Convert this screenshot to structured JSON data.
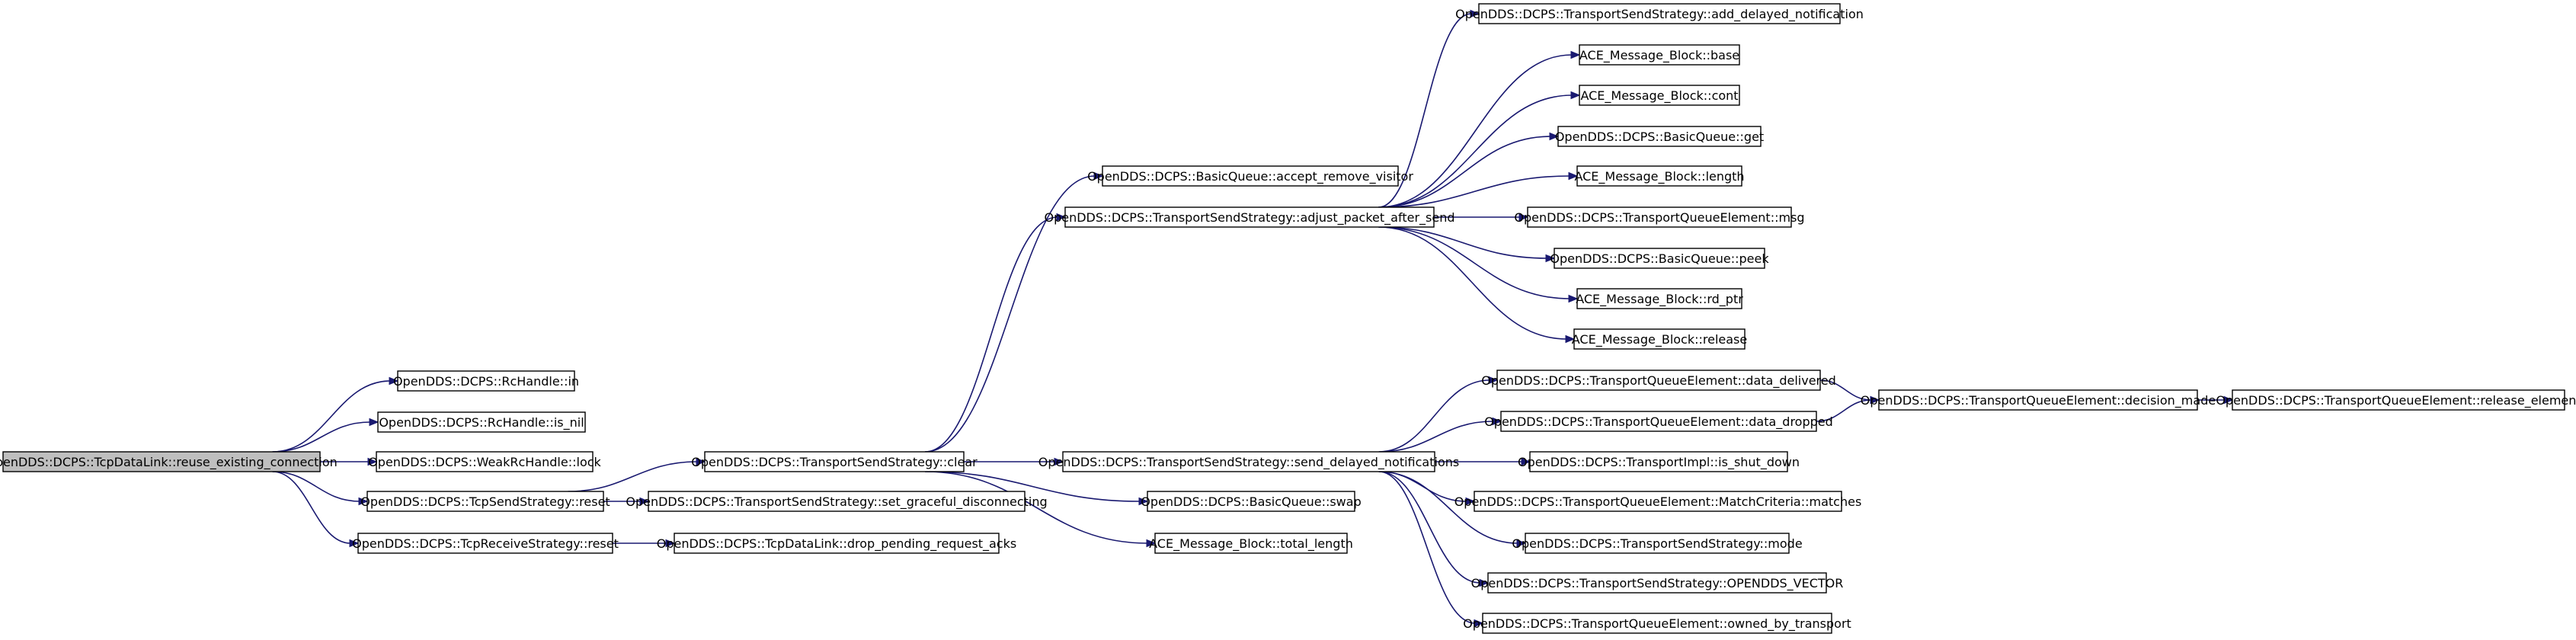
{
  "diagram": {
    "nodes": [
      {
        "id": "reuse",
        "label": "OpenDDS::DCPS::TcpDataLink::reuse_existing_connection",
        "highlighted": true
      },
      {
        "id": "rc_in",
        "label": "OpenDDS::DCPS::RcHandle::in"
      },
      {
        "id": "rc_is_nil",
        "label": "OpenDDS::DCPS::RcHandle::is_nil"
      },
      {
        "id": "weak_lock",
        "label": "OpenDDS::DCPS::WeakRcHandle::lock"
      },
      {
        "id": "tcp_send_reset",
        "label": "OpenDDS::DCPS::TcpSendStrategy::reset"
      },
      {
        "id": "tcp_recv_reset",
        "label": "OpenDDS::DCPS::TcpReceiveStrategy::reset"
      },
      {
        "id": "tss_clear",
        "label": "OpenDDS::DCPS::TransportSendStrategy::clear"
      },
      {
        "id": "set_graceful",
        "label": "OpenDDS::DCPS::TransportSendStrategy::set_graceful_disconnecting"
      },
      {
        "id": "drop_pending",
        "label": "OpenDDS::DCPS::TcpDataLink::drop_pending_request_acks"
      },
      {
        "id": "accept_remove",
        "label": "OpenDDS::DCPS::BasicQueue::accept_remove_visitor"
      },
      {
        "id": "adjust_packet",
        "label": "OpenDDS::DCPS::TransportSendStrategy::adjust_packet_after_send"
      },
      {
        "id": "send_delayed",
        "label": "OpenDDS::DCPS::TransportSendStrategy::send_delayed_notifications"
      },
      {
        "id": "bq_swap",
        "label": "OpenDDS::DCPS::BasicQueue::swap"
      },
      {
        "id": "total_length",
        "label": "ACE_Message_Block::total_length"
      },
      {
        "id": "add_delayed",
        "label": "OpenDDS::DCPS::TransportSendStrategy::add_delayed_notification"
      },
      {
        "id": "amb_base",
        "label": "ACE_Message_Block::base"
      },
      {
        "id": "amb_cont",
        "label": "ACE_Message_Block::cont"
      },
      {
        "id": "bq_get",
        "label": "OpenDDS::DCPS::BasicQueue::get"
      },
      {
        "id": "amb_length",
        "label": "ACE_Message_Block::length"
      },
      {
        "id": "tqe_msg",
        "label": "OpenDDS::DCPS::TransportQueueElement::msg"
      },
      {
        "id": "bq_peek",
        "label": "OpenDDS::DCPS::BasicQueue::peek"
      },
      {
        "id": "amb_rd_ptr",
        "label": "ACE_Message_Block::rd_ptr"
      },
      {
        "id": "amb_release",
        "label": "ACE_Message_Block::release"
      },
      {
        "id": "data_delivered",
        "label": "OpenDDS::DCPS::TransportQueueElement::data_delivered"
      },
      {
        "id": "data_dropped",
        "label": "OpenDDS::DCPS::TransportQueueElement::data_dropped"
      },
      {
        "id": "is_shut_down",
        "label": "OpenDDS::DCPS::TransportImpl::is_shut_down"
      },
      {
        "id": "matches",
        "label": "OpenDDS::DCPS::TransportQueueElement::MatchCriteria::matches"
      },
      {
        "id": "tss_mode",
        "label": "OpenDDS::DCPS::TransportSendStrategy::mode"
      },
      {
        "id": "opendds_vector",
        "label": "OpenDDS::DCPS::TransportSendStrategy::OPENDDS_VECTOR"
      },
      {
        "id": "owned_by",
        "label": "OpenDDS::DCPS::TransportQueueElement::owned_by_transport"
      },
      {
        "id": "decision_made",
        "label": "OpenDDS::DCPS::TransportQueueElement::decision_made"
      },
      {
        "id": "release_element",
        "label": "OpenDDS::DCPS::TransportQueueElement::release_element"
      }
    ],
    "edges": [
      [
        "reuse",
        "rc_in"
      ],
      [
        "reuse",
        "rc_is_nil"
      ],
      [
        "reuse",
        "weak_lock"
      ],
      [
        "reuse",
        "tcp_send_reset"
      ],
      [
        "reuse",
        "tcp_recv_reset"
      ],
      [
        "tcp_send_reset",
        "tss_clear"
      ],
      [
        "tcp_send_reset",
        "set_graceful"
      ],
      [
        "tcp_recv_reset",
        "drop_pending"
      ],
      [
        "tss_clear",
        "accept_remove"
      ],
      [
        "tss_clear",
        "adjust_packet"
      ],
      [
        "tss_clear",
        "send_delayed"
      ],
      [
        "tss_clear",
        "bq_swap"
      ],
      [
        "tss_clear",
        "total_length"
      ],
      [
        "adjust_packet",
        "add_delayed"
      ],
      [
        "adjust_packet",
        "amb_base"
      ],
      [
        "adjust_packet",
        "amb_cont"
      ],
      [
        "adjust_packet",
        "bq_get"
      ],
      [
        "adjust_packet",
        "amb_length"
      ],
      [
        "adjust_packet",
        "tqe_msg"
      ],
      [
        "adjust_packet",
        "bq_peek"
      ],
      [
        "adjust_packet",
        "amb_rd_ptr"
      ],
      [
        "adjust_packet",
        "amb_release"
      ],
      [
        "send_delayed",
        "data_delivered"
      ],
      [
        "send_delayed",
        "data_dropped"
      ],
      [
        "send_delayed",
        "is_shut_down"
      ],
      [
        "send_delayed",
        "matches"
      ],
      [
        "send_delayed",
        "tss_mode"
      ],
      [
        "send_delayed",
        "opendds_vector"
      ],
      [
        "send_delayed",
        "owned_by"
      ],
      [
        "data_delivered",
        "decision_made"
      ],
      [
        "data_dropped",
        "decision_made"
      ],
      [
        "decision_made",
        "release_element"
      ]
    ]
  }
}
